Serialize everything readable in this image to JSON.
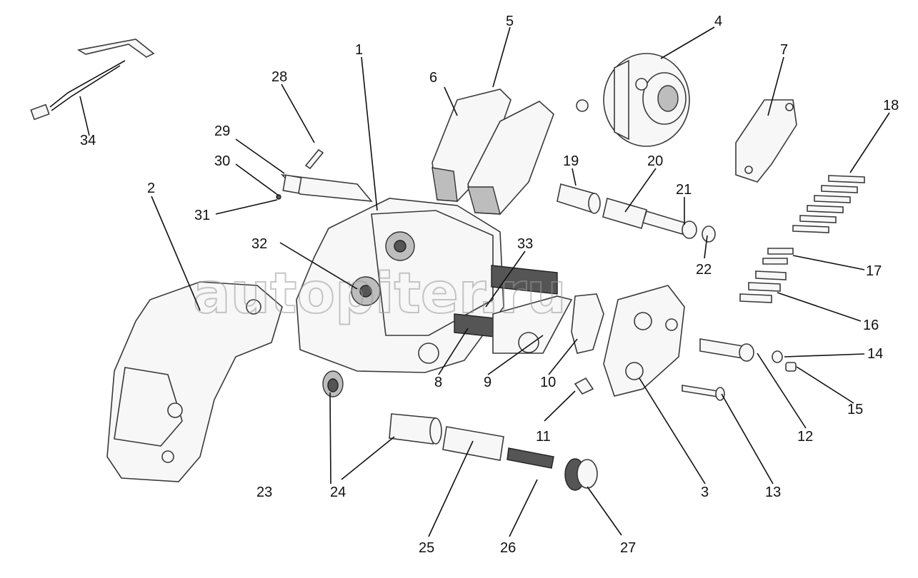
{
  "callouts": [
    "1",
    "2",
    "3",
    "4",
    "5",
    "6",
    "7",
    "8",
    "9",
    "10",
    "11",
    "12",
    "13",
    "14",
    "15",
    "16",
    "17",
    "18",
    "19",
    "20",
    "21",
    "22",
    "23",
    "24",
    "25",
    "26",
    "27",
    "28",
    "29",
    "30",
    "31",
    "32",
    "33",
    "34"
  ],
  "watermark": "autopiter.ru"
}
